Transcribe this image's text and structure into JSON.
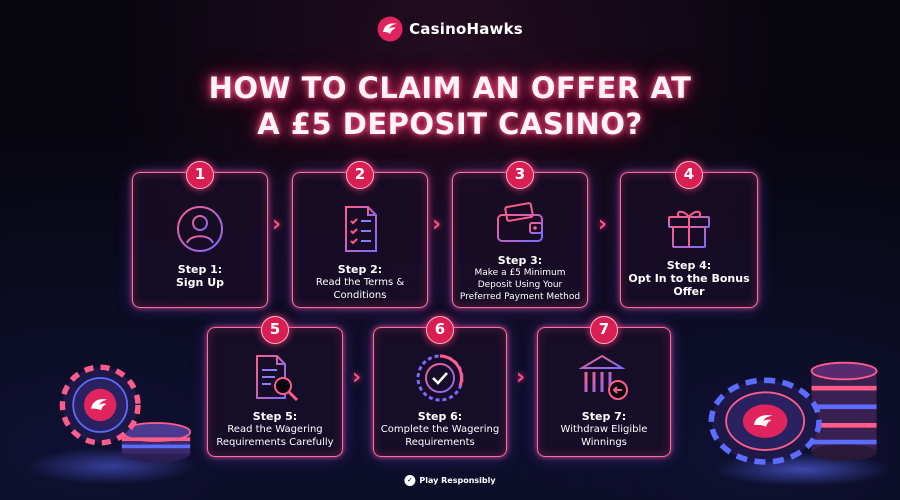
{
  "brand": {
    "name": "CasinoHawks",
    "logo_icon": "hawk-logo-icon",
    "accent": "#e0245e"
  },
  "title": {
    "line1": "HOW TO CLAIM AN OFFER AT",
    "line2": "A £5 DEPOSIT CASINO?"
  },
  "steps": [
    {
      "number": "1",
      "title": "Step 1:",
      "text": "Sign Up",
      "icon": "user-icon"
    },
    {
      "number": "2",
      "title": "Step 2:",
      "text": "Read the Terms & Conditions",
      "icon": "checklist-document-icon"
    },
    {
      "number": "3",
      "title": "Step 3:",
      "text": "Make a £5 Minimum Deposit Using Your Preferred Payment Method",
      "icon": "wallet-icon"
    },
    {
      "number": "4",
      "title": "Step 4:",
      "text": "Opt In to the Bonus Offer",
      "icon": "gift-icon"
    },
    {
      "number": "5",
      "title": "Step 5:",
      "text": "Read the Wagering Requirements Carefully",
      "icon": "document-search-icon"
    },
    {
      "number": "6",
      "title": "Step 6:",
      "text": "Complete the Wagering Requirements",
      "icon": "progress-check-icon"
    },
    {
      "number": "7",
      "title": "Step 7:",
      "text": "Withdraw Eligible Winnings",
      "icon": "bank-withdraw-icon"
    }
  ],
  "footer": {
    "text": "Play Responsibly",
    "icon": "responsible-gaming-icon"
  },
  "colors": {
    "background": "#07060f",
    "neon_pink": "#ff4f86",
    "badge_red": "#d91e54",
    "neon_blue": "#5b6cff"
  }
}
